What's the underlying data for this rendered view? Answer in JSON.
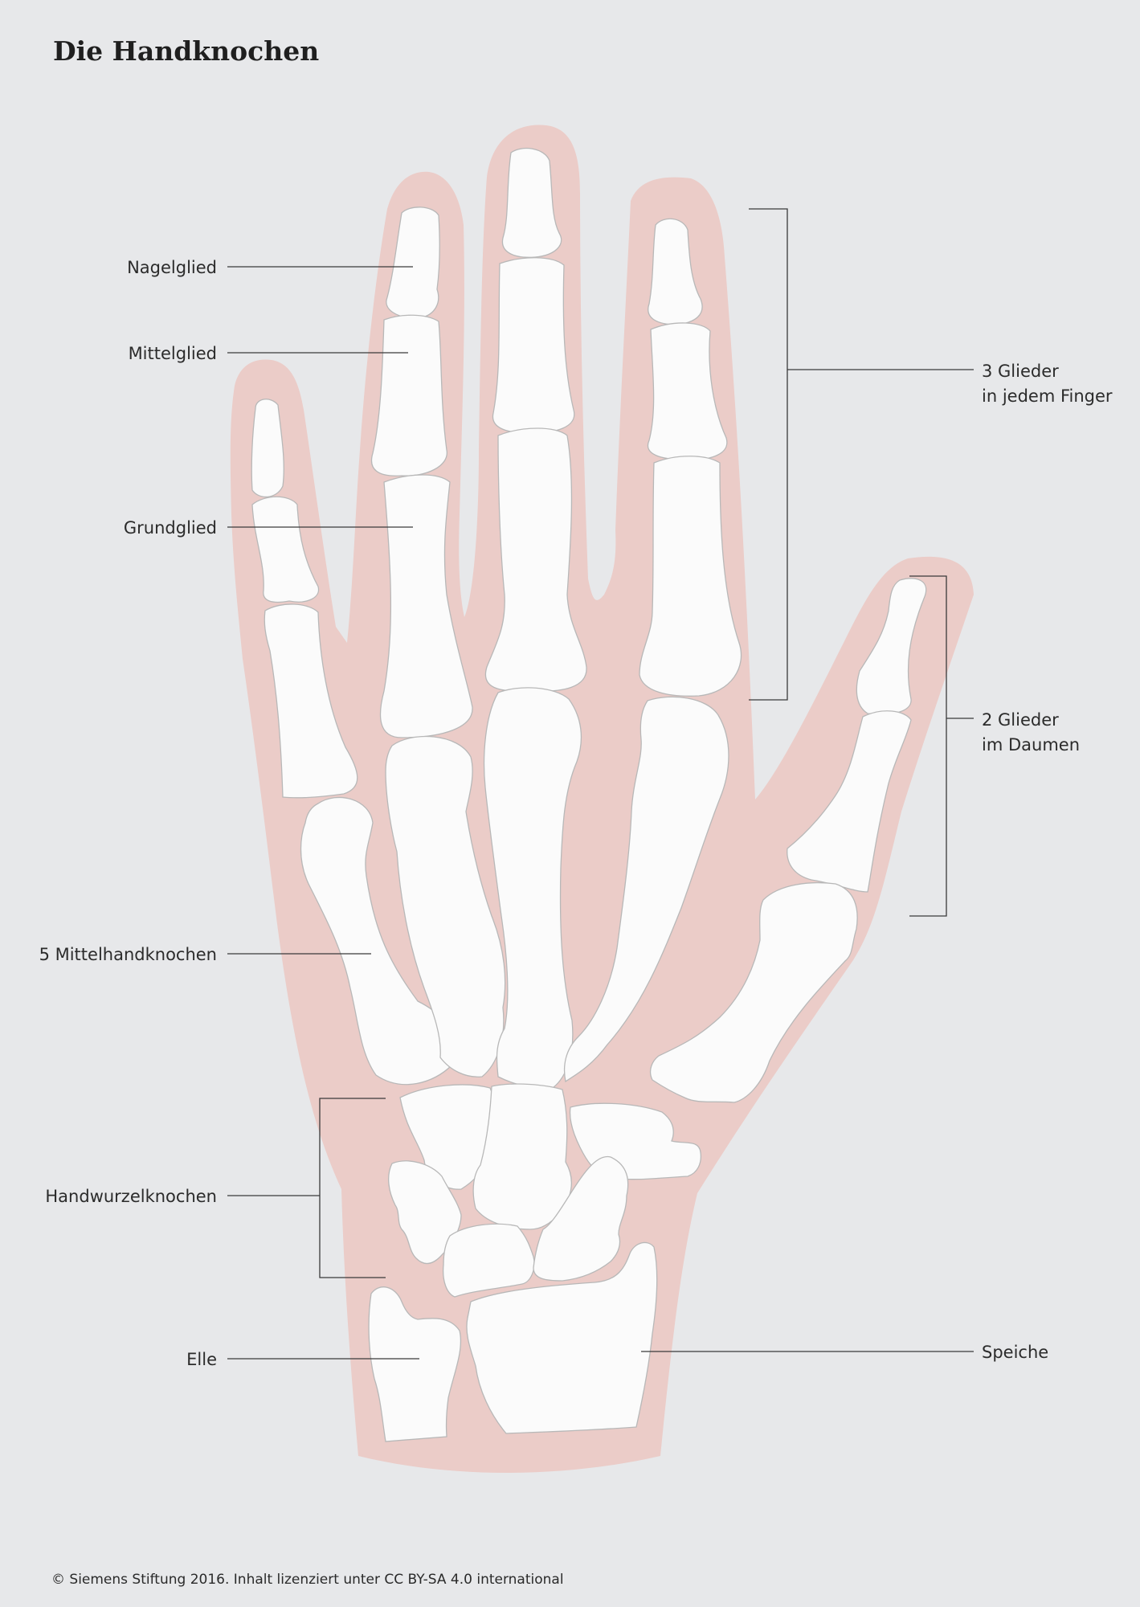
{
  "title": "Die Handknochen",
  "labels": {
    "nagelglied": "Nagelglied",
    "mittelglied": "Mittelglied",
    "grundglied": "Grundglied",
    "mittelhand": "5 Mittelhandknochen",
    "handwurzel": "Handwurzelknochen",
    "elle": "Elle",
    "speiche": "Speiche",
    "finger_line1": "3 Glieder",
    "finger_line2": "in jedem Finger",
    "daumen_line1": "2 Glieder",
    "daumen_line2": "im Daumen"
  },
  "footer": "© Siemens Stiftung 2016. Inhalt lizenziert unter CC BY-SA 4.0 international",
  "colors": {
    "background": "#e7e8ea",
    "skin": "#ebccc8",
    "bone": "#fbfbfb"
  }
}
